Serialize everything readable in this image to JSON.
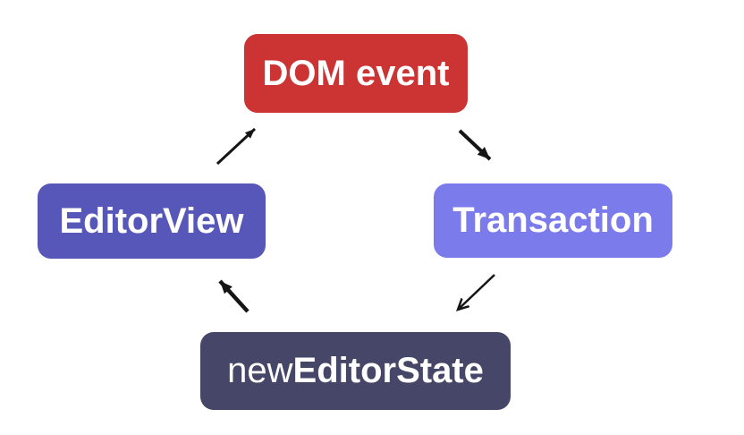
{
  "diagram": {
    "background_color": "#ffffff",
    "arrow_color": "#151515",
    "text_color": "#ffffff",
    "nodes": [
      {
        "id": "dom-event",
        "label": "DOM event",
        "color": "#cc3333"
      },
      {
        "id": "transaction",
        "label": "Transaction",
        "color": "#7b7bec"
      },
      {
        "id": "new-editor-state",
        "label_prefix": "new ",
        "label": "EditorState",
        "color": "#464668"
      },
      {
        "id": "editor-view",
        "label": "EditorView",
        "color": "#5757b9"
      }
    ],
    "arrows": [
      {
        "from": "EditorView",
        "to": "DOM event"
      },
      {
        "from": "DOM event",
        "to": "Transaction"
      },
      {
        "from": "Transaction",
        "to": "new EditorState"
      },
      {
        "from": "new EditorState",
        "to": "EditorView"
      }
    ]
  }
}
